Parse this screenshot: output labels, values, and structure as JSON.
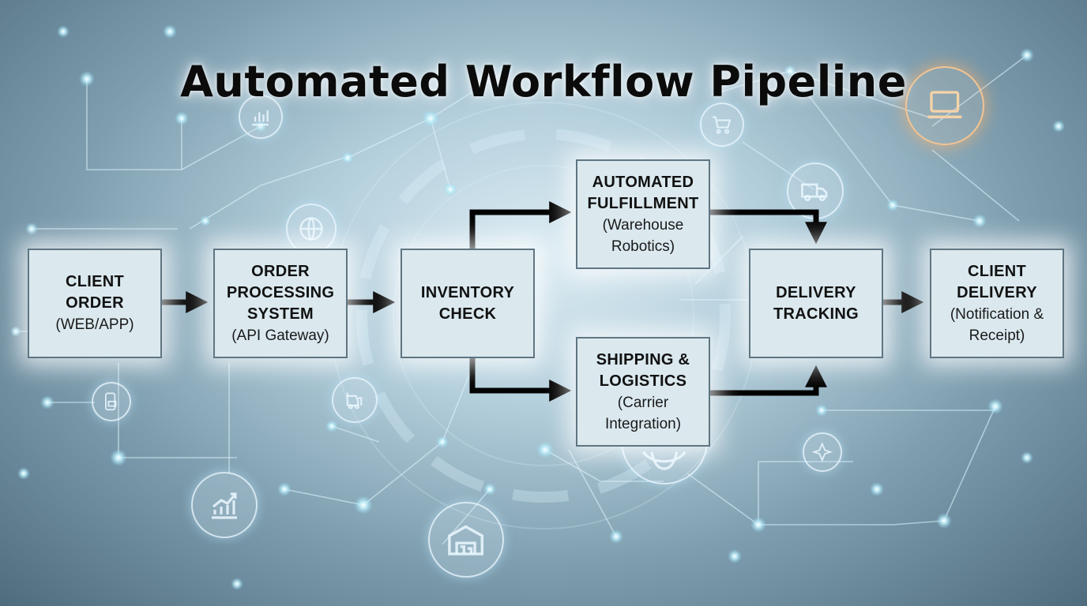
{
  "title": "Automated Workflow Pipeline",
  "steps": {
    "client_order": {
      "title": "CLIENT\nORDER",
      "subtitle": "(WEB/APP)"
    },
    "order_processing": {
      "title": "ORDER\nPROCESSING\nSYSTEM",
      "subtitle": "(API Gateway)"
    },
    "inventory_check": {
      "title": "INVENTORY\nCHECK",
      "subtitle": ""
    },
    "automated_fulfillment": {
      "title": "AUTOMATED\nFULFILLMENT",
      "subtitle": "(Warehouse\nRobotics)"
    },
    "shipping_logistics": {
      "title": "SHIPPING &\nLOGISTICS",
      "subtitle": "(Carrier\nIntegration)"
    },
    "delivery_tracking": {
      "title": "DELIVERY\nTRACKING",
      "subtitle": ""
    },
    "client_delivery": {
      "title": "CLIENT\nDELIVERY",
      "subtitle": "(Notification &\nReceipt)"
    }
  },
  "background_icons": [
    "bar-chart-icon",
    "globe-icon",
    "shopping-cart-icon",
    "laptop-icon",
    "truck-icon",
    "mobile-payment-icon",
    "forklift-icon",
    "growth-chart-icon",
    "warehouse-icon",
    "network-node-icon"
  ],
  "colors": {
    "box_fill": "#dbe9ef",
    "box_border": "#5f7582",
    "arrow": "#000000",
    "title": "#0b0b0b",
    "accent_glow": "#f2c493"
  }
}
